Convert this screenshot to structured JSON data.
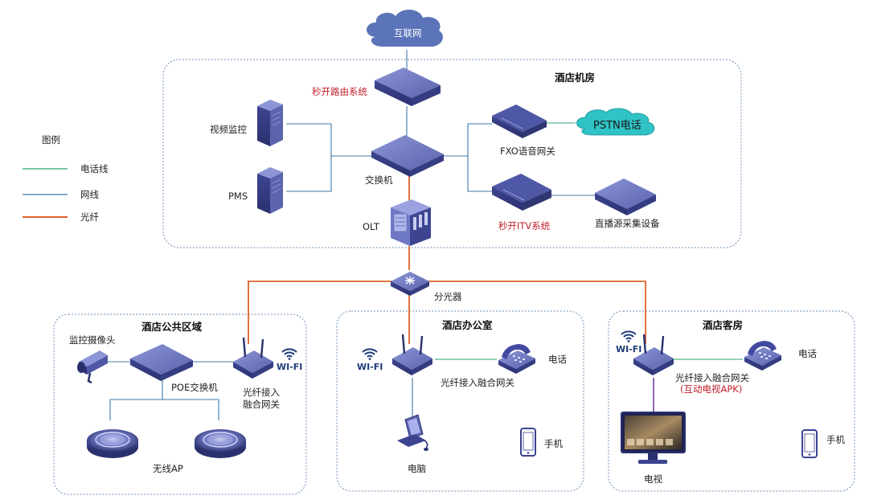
{
  "legend": {
    "title": "图例",
    "items": [
      {
        "label": "电话线",
        "color": "#2ea56a"
      },
      {
        "label": "网线",
        "color": "#3f78a8"
      },
      {
        "label": "光纤",
        "color": "#e0622a"
      }
    ]
  },
  "nodes": {
    "internet": "互联网",
    "router": "秒开路由系统",
    "core_switch": "交换机",
    "video_surveillance": "视频监控",
    "pms": "PMS",
    "fxo_gateway": "FXO语音网关",
    "pstn": "PSTN电话",
    "itv": "秒开ITV系统",
    "live_capture": "直播源采集设备",
    "olt": "OLT",
    "splitter": "分光器",
    "camera": "监控摄像头",
    "poe_switch": "POE交换机",
    "public_gateway_line1": "光纤接入",
    "public_gateway_line2": "融合网关",
    "wireless_ap": "无线AP",
    "office_gateway": "光纤接入融合网关",
    "office_phone": "电话",
    "computer": "电脑",
    "office_mobile": "手机",
    "room_gateway_line1": "光纤接入融合网关",
    "room_gateway_line2": "(互动电视APK)",
    "room_phone": "电话",
    "room_mobile": "手机",
    "tv": "电视"
  },
  "zones": {
    "machine_room": "酒店机房",
    "public_area": "酒店公共区域",
    "office": "酒店办公室",
    "guest_room": "酒店客房"
  },
  "wifi": {
    "public": "WI-FI",
    "office": "WI-FI",
    "room": "WI-FI"
  },
  "colors": {
    "device": "#5b64ad",
    "device_dark": "#2f3773",
    "cloud": "#5b73b8",
    "pstn_cloud": "#2fc2c6",
    "zone_border": "#6f8fb6"
  },
  "icons": [
    "cloud-icon",
    "router-icon",
    "server-icon",
    "switch-icon",
    "olt-icon",
    "splitter-icon",
    "camera-icon",
    "gateway-icon",
    "wireless-ap-icon",
    "phone-icon",
    "computer-icon",
    "mobile-icon",
    "tv-icon",
    "wifi-icon"
  ]
}
